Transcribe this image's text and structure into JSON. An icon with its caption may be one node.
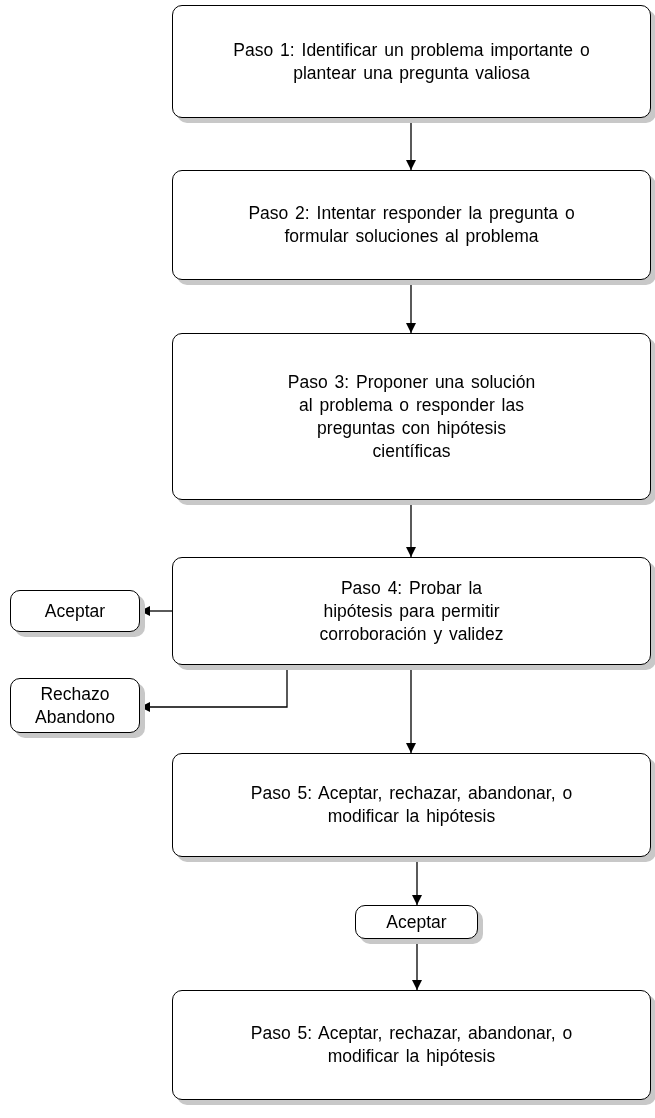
{
  "diagram": {
    "nodes": [
      {
        "text": [
          "Paso 1: Identificar un problema importante o plantear una pregunta valiosa"
        ]
      },
      {
        "text": [
          "Paso 2: Intentar responder la pregunta o formular soluciones al problema"
        ]
      },
      {
        "text": [
          "Paso 3: Proponer una solución al problema o responder las preguntas con hipótesis científicas"
        ]
      },
      {
        "text": [
          "Paso 4: Probar la hipótesis para permitir corroboración y validez"
        ]
      },
      {
        "text": [
          "Aceptar"
        ]
      },
      {
        "text": [
          "Rechazo Abandono"
        ]
      },
      {
        "text": [
          "Paso 5: Aceptar, rechazar, abandonar, o modificar la hipótesis"
        ]
      },
      {
        "text": [
          "Aceptar"
        ]
      },
      {
        "text": [
          "Paso 5: Aceptar, rechazar, abandonar, o modificar la hipótesis"
        ]
      }
    ],
    "edges": [
      {
        "from": 0,
        "to": 1,
        "arrow": "to"
      },
      {
        "from": 1,
        "to": 2,
        "arrow": "to"
      },
      {
        "from": 2,
        "to": 3,
        "arrow": "to"
      },
      {
        "from": 3,
        "to": 4,
        "arrow": "to"
      },
      {
        "from": 3,
        "to": 5,
        "arrow": "to"
      },
      {
        "from": 3,
        "to": 6,
        "arrow": "to"
      },
      {
        "from": 6,
        "to": 7,
        "arrow": "to"
      },
      {
        "from": 7,
        "to": 8,
        "arrow": "to"
      }
    ]
  }
}
